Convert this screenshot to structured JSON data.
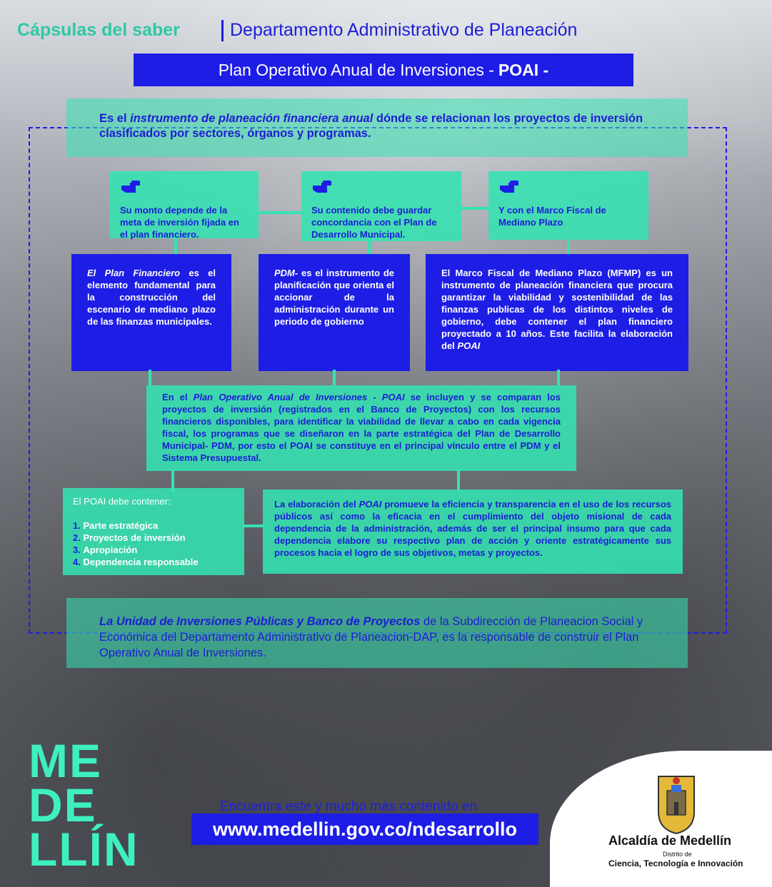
{
  "header": {
    "series": "Cápsulas del saber",
    "department": "Departamento Administrativo de Planeación"
  },
  "title": {
    "main": "Plan Operativo Anual de Inversiones -",
    "acronym": "POAI -"
  },
  "intro": {
    "prefix": "Es el",
    "emphasis": "instrumento de planeación financiera anual",
    "suffix": "dónde se relacionan los proyectos de inversión clasificados por sectores, órganos y programas."
  },
  "top_cards": [
    {
      "text": "Su monto depende de la meta de inversión fijada en el plan financiero."
    },
    {
      "text": "Su contenido debe guardar concordancia con el Plan de Desarrollo Municipal."
    },
    {
      "text": "Y con el Marco Fiscal de Mediano Plazo"
    }
  ],
  "blue_cards": [
    {
      "emphasis": "El Plan Financiero",
      "text": "es el elemento fundamental para la construcción del escenario de mediano plazo de las finanzas municipales."
    },
    {
      "emphasis": "PDM-",
      "text": "es el instrumento de planificación que orienta el accionar de la administración durante un periodo de gobierno"
    },
    {
      "text": "El Marco Fiscal de Mediano Plazo (MFMP) es un instrumento de planeación financiera que procura garantizar la viabilidad y sostenibilidad de las finanzas publicas de los distintos niveles de gobierno, debe contener el plan financiero proyectado a 10 años. Este facilita la elaboración del",
      "emphasis_end": "POAI"
    }
  ],
  "center_teal": {
    "prefix": "En el",
    "emphasis": "Plan Operativo Anual de Inversiones - POAI",
    "text": "se incluyen y se comparan los proyectos de inversión (registrados en el Banco de Proyectos) con los recursos financieros disponibles, para identificar la viabilidad de llevar a cabo en cada vigencia fiscal, los programas que se diseñaron en la parte estratégica del Plan de Desarrollo Municipal- PDM, por esto el POAI se constituye en el principal vínculo entre el PDM y el Sistema Presupuestal."
  },
  "list_box": {
    "heading": "El POAI debe contener:",
    "items": [
      {
        "num": "1.",
        "label": "Parte estratégica"
      },
      {
        "num": "2.",
        "label": "Proyectos de inversión"
      },
      {
        "num": "3.",
        "label": "Apropiación"
      },
      {
        "num": "4.",
        "label": "Dependencia responsable"
      }
    ]
  },
  "right_teal": {
    "prefix": "La elaboración del",
    "emphasis": "POAI",
    "text": "promueve la eficiencia y transparencia en el uso de los recursos públicos así como la eficacia en el cumplimiento del objeto misional de cada dependencia de la administración, además de ser el principal insumo para que cada dependencia elabore su respectivo plan de acción y oriente estratégicamente sus procesos hacia el logro de sus objetivos, metas y proyectos."
  },
  "bottom_note": {
    "emphasis": "La Unidad de Inversiones Públicas y Banco de Proyectos",
    "text": "de la Subdirección de Planeacion Social y Económica del Departamento Administrativo de Planeacion-DAP, es la responsable de construir el Plan Operativo Anual de Inversiones."
  },
  "footer": {
    "logo_lines": [
      "ME",
      "DE",
      "LLÍN"
    ],
    "cta": "Encuentra este y mucho más contenido en",
    "url": "www.medellin.gov.co/ndesarrollo",
    "org_name": "Alcaldía de Medellín",
    "org_sub1": "Distrito de",
    "org_sub2": "Ciencia, Tecnología e Innovación"
  },
  "colors": {
    "teal": "#34e3b2",
    "blue": "#1d1de6"
  },
  "icons": [
    "pointing-hand-icon",
    "coat-of-arms-icon"
  ]
}
